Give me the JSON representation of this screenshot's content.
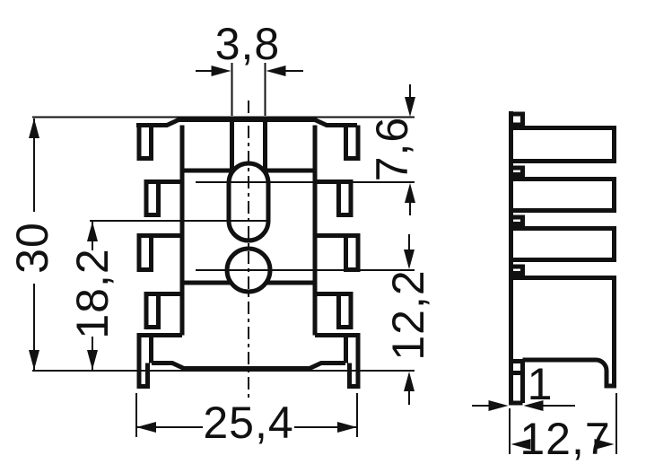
{
  "drawing": {
    "background_color": "#ffffff",
    "line_color": "#111111",
    "dimensions": {
      "slot_width": "3,8",
      "slot_center_from_top": "7,6",
      "overall_height": "30",
      "slot_center_from_bottom": "18,2",
      "hole_center_from_bottom": "12,2",
      "overall_width": "25,4",
      "fin_thickness": "1",
      "overall_depth": "12,7"
    }
  }
}
